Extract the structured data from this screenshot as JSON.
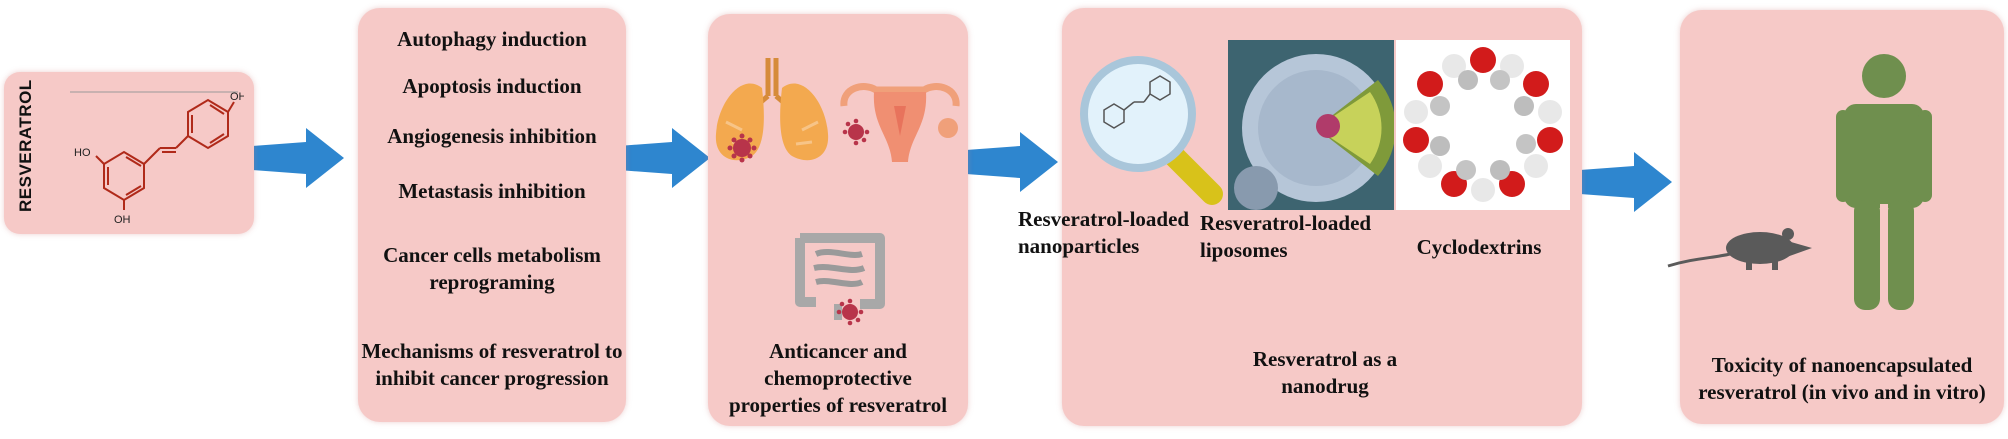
{
  "panel1": {
    "title": "RESVERATROL",
    "atoms": {
      "oh_top": "OH",
      "ho_left": "HO",
      "oh_bottom": "OH"
    }
  },
  "panel2": {
    "items": [
      "Autophagy induction",
      "Apoptosis induction",
      "Angiogenesis inhibition",
      "Metastasis inhibition",
      "Cancer cells metabolism reprograming"
    ],
    "caption": "Mechanisms of resveratrol to inhibit cancer progression"
  },
  "panel3": {
    "caption": "Anticancer and chemoprotective properties of resveratrol"
  },
  "panel4": {
    "labels": {
      "nanoparticles": "Resveratrol-loaded nanoparticles",
      "liposomes": "Resveratrol-loaded liposomes",
      "cyclodextrins": "Cyclodextrins"
    },
    "caption": "Resveratrol as a nanodrug"
  },
  "panel5": {
    "caption": "Toxicity of nanoencapsulated resveratrol (in vivo and in vitro)"
  },
  "colors": {
    "panel": "#f6c9c7",
    "arrow": "#2e86cf",
    "human": "#6f8f4e",
    "mouse": "#5a5a5a",
    "molecule": "#b02a1a"
  }
}
